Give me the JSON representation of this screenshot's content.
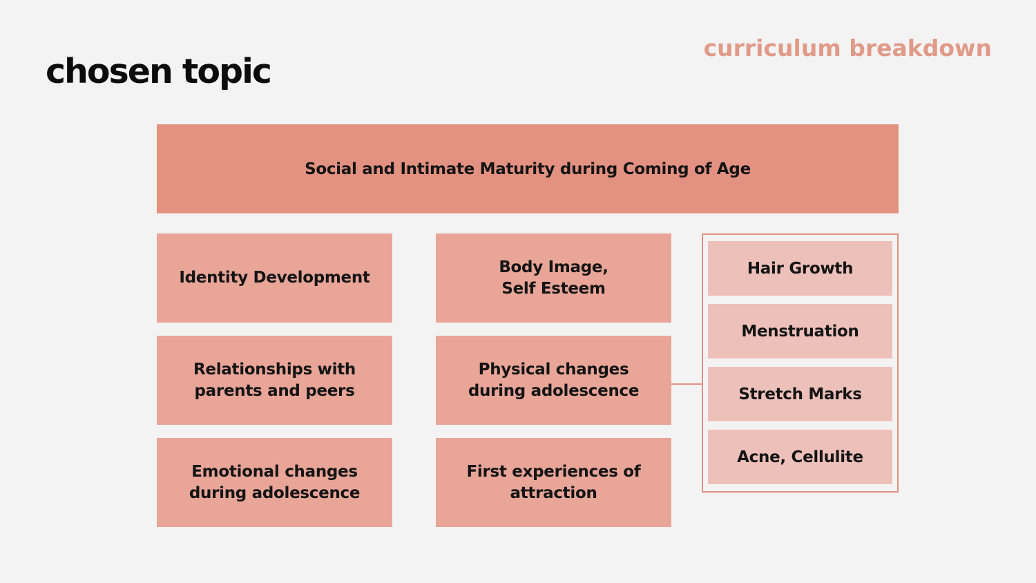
{
  "header": {
    "title": "chosen topic",
    "section_label": "curriculum breakdown"
  },
  "diagram": {
    "main_topic": "Social and Intimate Maturity during Coming of Age",
    "subtopics_left": [
      "Identity Development",
      "Relationships with parents and peers",
      "Emotional changes during adolescence"
    ],
    "subtopics_middle": [
      "Body Image, Self Esteem",
      "Physical changes during adolescence",
      "First experiences of attraction"
    ],
    "physical_details": [
      "Hair Growth",
      "Menstruation",
      "Stretch Marks",
      "Acne, Cellulite"
    ]
  },
  "colors": {
    "background": "#f4f3f3",
    "main_box": "#e39181",
    "subtopic_box": "#e8a598",
    "detail_box": "#edc0ba",
    "accent": "#e09a88",
    "title_text": "#0c0c0c"
  }
}
